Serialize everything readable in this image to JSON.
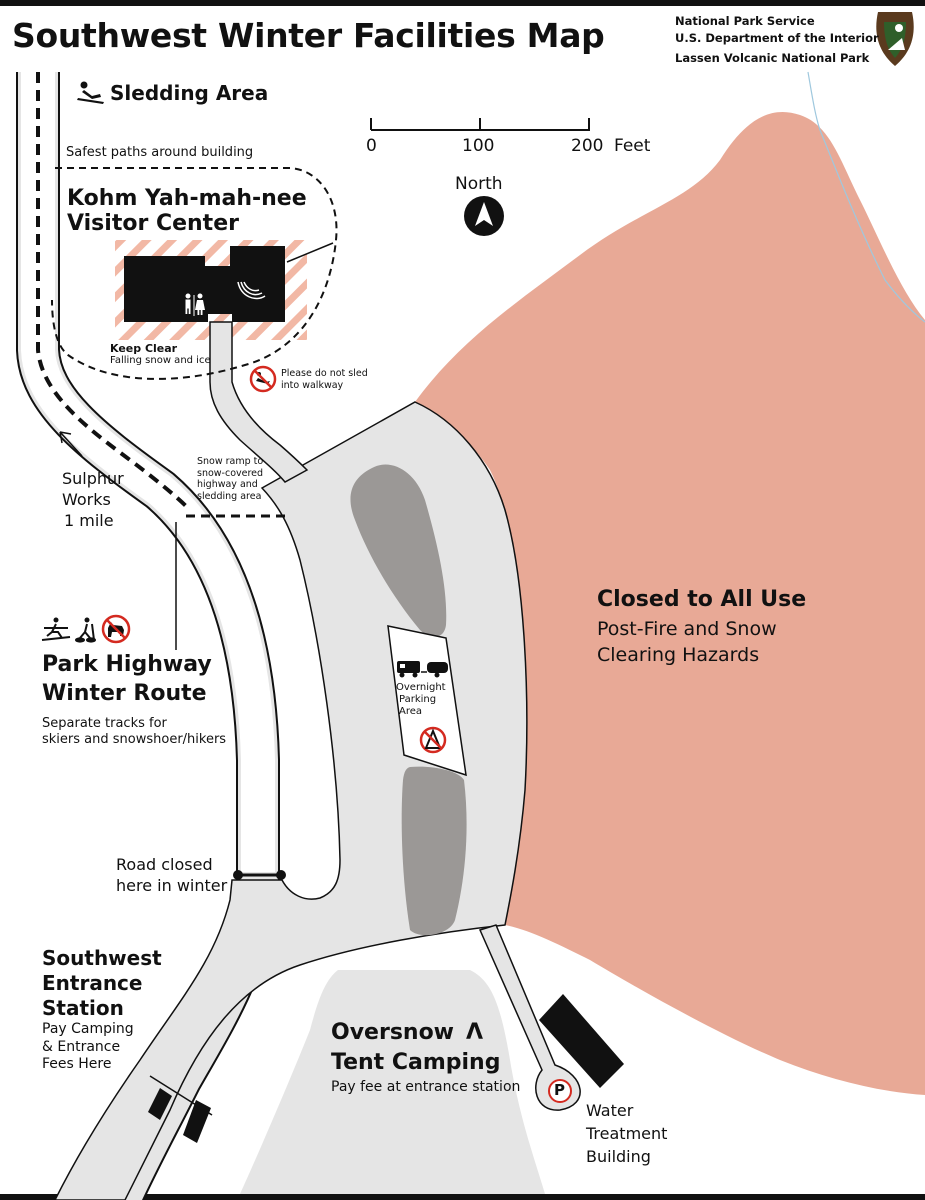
{
  "title": "Southwest Winter Facilities Map",
  "agency": {
    "line1": "National Park Service",
    "line2": "U.S. Department of the Interior",
    "line3": "Lassen Volcanic National Park"
  },
  "scale_bar": {
    "ticks": [
      "0",
      "100",
      "200"
    ],
    "unit": "Feet"
  },
  "north_label": "North",
  "sledding": {
    "label": "Sledding Area",
    "icon": "sled-icon"
  },
  "safe_paths_label": "Safest paths around building",
  "visitor_center": {
    "name_line1": "Kohm Yah-mah-nee",
    "name_line2": "Visitor Center",
    "keep_clear": "Keep Clear",
    "keep_clear_note": "Falling snow and ice",
    "icons": [
      "restroom-icon",
      "wifi-icon"
    ]
  },
  "no_sled_note": {
    "line1": "Please do not sled",
    "line2": "into walkway"
  },
  "snow_ramp_note": [
    "Snow ramp to",
    "snow-covered",
    "highway and",
    "sledding area"
  ],
  "sulphur_works": [
    "Sulphur",
    "Works",
    "1 mile"
  ],
  "winter_route": {
    "name_line1": "Park Highway",
    "name_line2": "Winter Route",
    "note_line1": "Separate tracks for",
    "note_line2": "skiers and snowshoer/hikers",
    "icons": [
      "skier-icon",
      "snowshoer-icon",
      "no-dogs-icon"
    ]
  },
  "overnight_parking": {
    "lines": [
      "Overnight",
      "Parking",
      "Area"
    ],
    "icons": [
      "rv-icon",
      "trailer-icon",
      "no-camping-icon"
    ]
  },
  "road_closed": [
    "Road closed",
    "here in winter"
  ],
  "closed_area": {
    "title": "Closed to All Use",
    "line1": "Post-Fire and Snow",
    "line2": "Clearing Hazards"
  },
  "entrance_station": {
    "name_lines": [
      "Southwest",
      "Entrance",
      "Station"
    ],
    "note_lines": [
      "Pay Camping",
      "& Entrance",
      "Fees Here"
    ]
  },
  "tent_camping": {
    "line1": "Oversnow",
    "line2": "Tent Camping",
    "note": "Pay fee at entrance station",
    "icon": "tent-icon"
  },
  "water_treatment": {
    "lines": [
      "Water",
      "Treatment",
      "Building"
    ],
    "icon": "parking-icon"
  },
  "colors": {
    "closed_area": "#e8a996",
    "plowed_area": "#e5e5e5",
    "parking_pad": "#9b9896",
    "building": "#111111",
    "hazard_stripe": "#f2b8a5",
    "prohibition": "#d42a20"
  }
}
